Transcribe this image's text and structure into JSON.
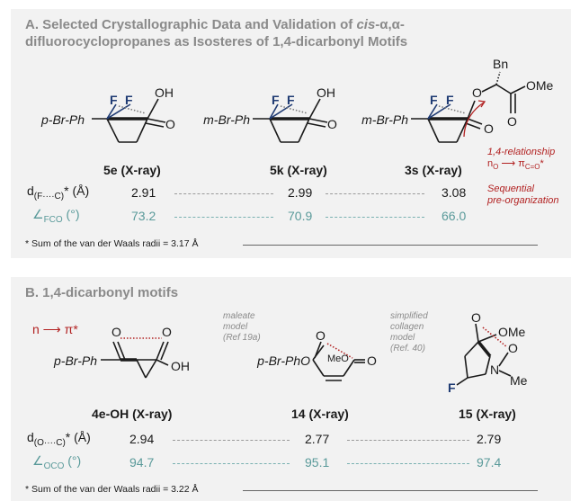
{
  "panelA": {
    "title_prefix": "A. Selected Crystallographic Data and Validation of ",
    "title_italic": "cis",
    "title_suffix": "-α,α-difluorocyclopropanes as Isosteres of 1,4-dicarbonyl Motifs",
    "compounds": [
      "5e (X-ray)",
      "5k (X-ray)",
      "3s (X-ray)"
    ],
    "row1_label": "d",
    "row1_sub": "(F····C)",
    "row1_suffix": "* (Å)",
    "row1_values": [
      "2.91",
      "2.99",
      "3.08"
    ],
    "row2_label": "∠",
    "row2_sub": "FCO",
    "row2_suffix": " (°)",
    "row2_values": [
      "73.2",
      "70.9",
      "66.0"
    ],
    "footnote": "* Sum of the van der Waals radii = 3.17 Å",
    "annot1": "1,4-relationship",
    "annot2_n": "n",
    "annot2_nsub": "O",
    "annot2_pi": "π",
    "annot2_pisub": "C=O",
    "annot2_star": "*",
    "annot3": "Sequential",
    "annot4": "pre-organization",
    "mol1": {
      "sub": "p-Br-Ph",
      "F": "F",
      "OH": "OH",
      "O": "O"
    },
    "mol2": {
      "sub": "m-Br-Ph",
      "F": "F",
      "OH": "OH",
      "O": "O"
    },
    "mol3": {
      "sub": "m-Br-Ph",
      "F": "F",
      "O": "O",
      "Bn": "Bn",
      "OMe": "OMe"
    }
  },
  "panelB": {
    "title": "B. 1,4-dicarbonyl motifs",
    "npi_n": "n",
    "npi_pi": "π*",
    "compounds": [
      "4e-OH (X-ray)",
      "14 (X-ray)",
      "15 (X-ray)"
    ],
    "row1_label": "d",
    "row1_sub": "(O····C)",
    "row1_suffix": "* (Å)",
    "row1_values": [
      "2.94",
      "2.77",
      "2.79"
    ],
    "row2_label": "∠",
    "row2_sub": "OCO",
    "row2_suffix": " (°)",
    "row2_values": [
      "94.7",
      "95.1",
      "97.4"
    ],
    "footnote": "* Sum of the van der Waals radii = 3.22 Å",
    "note_maleate": [
      "maleate",
      "model",
      "(Ref 19a)"
    ],
    "note_collagen": [
      "simplified",
      "collagen",
      "model",
      "(Ref. 40)"
    ],
    "mol1": {
      "sub": "p-Br-Ph",
      "O": "O",
      "OH": "OH"
    },
    "mol2": {
      "sub": "p-Br-PhO",
      "MeO": "MeO",
      "O": "O"
    },
    "mol3": {
      "F": "F",
      "N": "N",
      "O": "O",
      "OMe": "OMe",
      "Me": "Me"
    }
  }
}
